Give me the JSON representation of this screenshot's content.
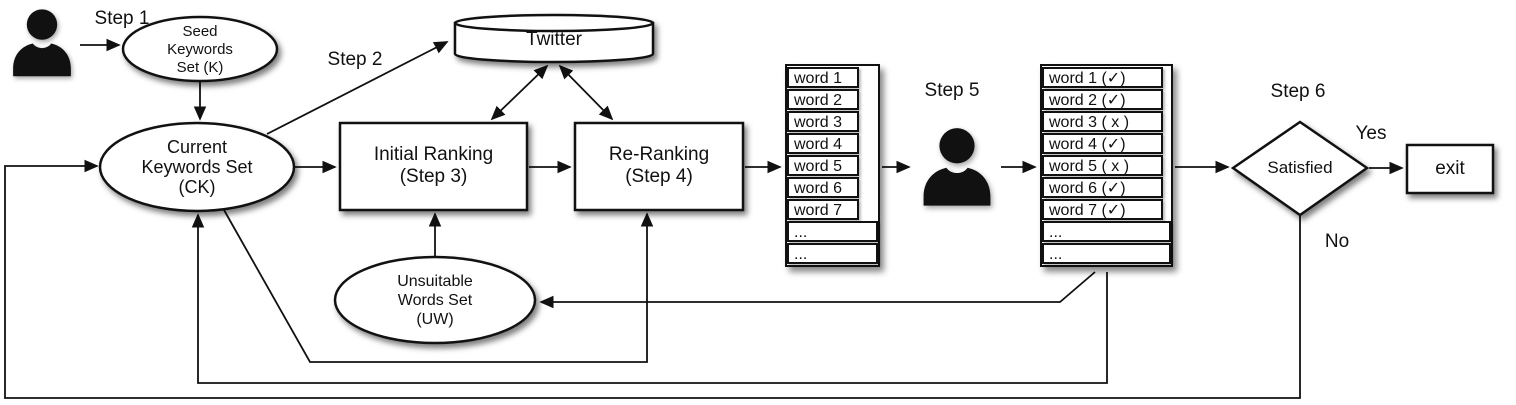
{
  "steps": {
    "step1": "Step 1",
    "step2": "Step 2",
    "step5": "Step 5",
    "step6": "Step 6"
  },
  "nodes": {
    "seed": "Seed\nKeywords\nSet (K)",
    "current": "Current\nKeywords Set\n(CK)",
    "twitter": "Twitter",
    "initial_ranking": "Initial Ranking\n(Step 3)",
    "re_ranking": "Re-Ranking\n(Step 4)",
    "unsuitable": "Unsuitable\nWords Set\n(UW)",
    "satisfied": "Satisfied",
    "exit": "exit"
  },
  "edge_labels": {
    "yes": "Yes",
    "no": "No"
  },
  "tables": {
    "ranked": {
      "rows": [
        "word 1",
        "word 2",
        "word 3",
        "word 4",
        "word 5",
        "word 6",
        "word 7",
        "...",
        "..."
      ]
    },
    "reviewed": {
      "rows": [
        "word 1 (✓)",
        "word 2 (✓)",
        "word 3 ( x )",
        "word 4 (✓)",
        "word 5 ( x )",
        "word 6 (✓)",
        "word 7 (✓)",
        "...",
        "..."
      ]
    }
  },
  "icons": {
    "step1_actor": "person-icon",
    "step5_actor": "person-icon"
  },
  "colors": {
    "stroke": "#111111",
    "fill": "#ffffff",
    "shadow": "rgba(0,0,0,0.5)"
  }
}
